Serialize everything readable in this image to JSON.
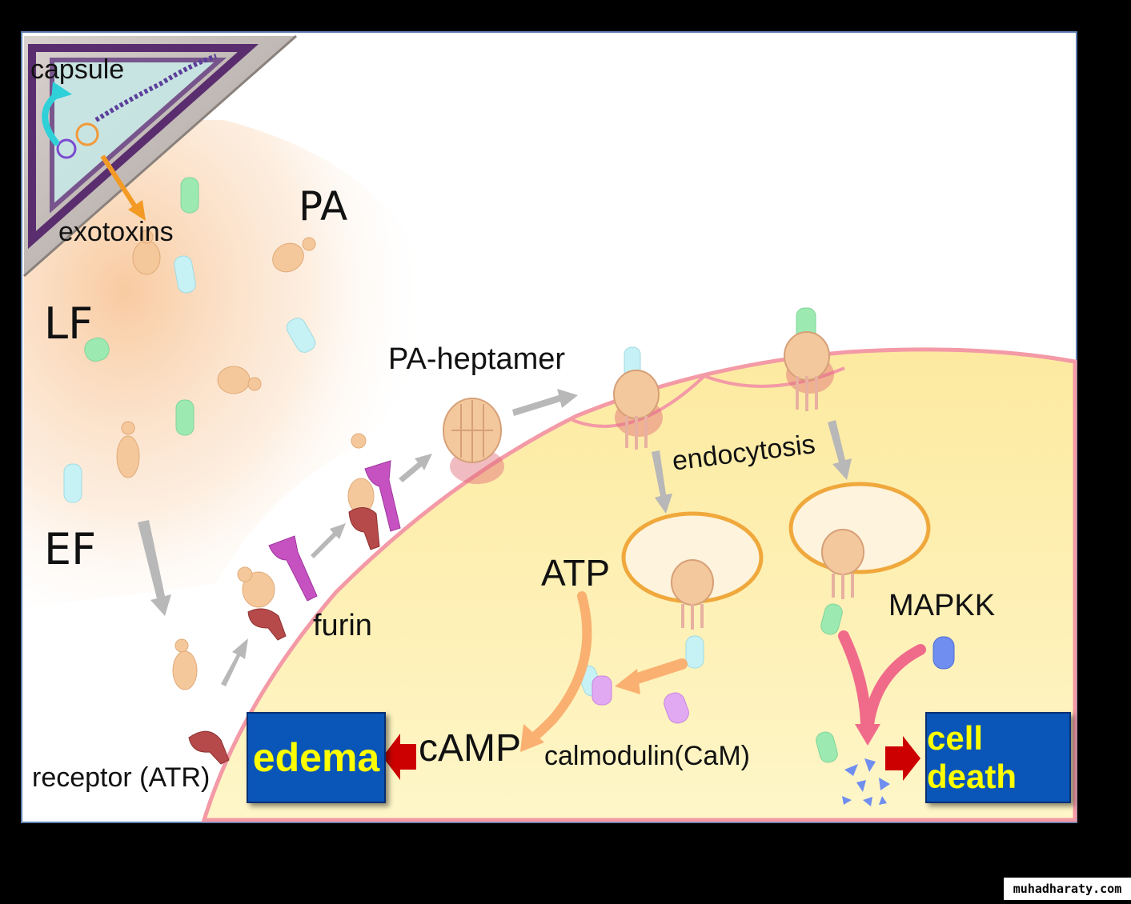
{
  "labels": {
    "capsule": "capsule",
    "exotoxins": "exotoxins",
    "pa": "PA",
    "lf": "LF",
    "ef": "EF",
    "pa_heptamer": "PA-heptamer",
    "endocytosis": "endocytosis",
    "furin": "furin",
    "atp": "ATP",
    "mapkk": "MAPKK",
    "camp": "cAMP",
    "calmodulin": "calmodulin(CaM)",
    "receptor": "receptor (ATR)"
  },
  "boxes": {
    "edema": "edema",
    "cell_death": "cell death"
  },
  "watermark": "muhadharaty.com",
  "colors": {
    "box_fill": "#0a55b8",
    "box_text": "#ffff00",
    "cell": "#fdeea0",
    "membrane": "#f39aa6",
    "arrow_red": "#cc0000",
    "arrow_gray": "#b8b8b8",
    "arrow_pink": "#f06a8a",
    "arrow_orange": "#f9b070",
    "lf_green": "#8fe6a8",
    "ef_cyan": "#bdf0f4",
    "pa_tan": "#f3c79a",
    "receptor_red": "#b64a4a",
    "furin_magenta": "#c652c2",
    "cam_violet": "#e2a9f3",
    "mapkk_blue": "#6f8ef0"
  }
}
